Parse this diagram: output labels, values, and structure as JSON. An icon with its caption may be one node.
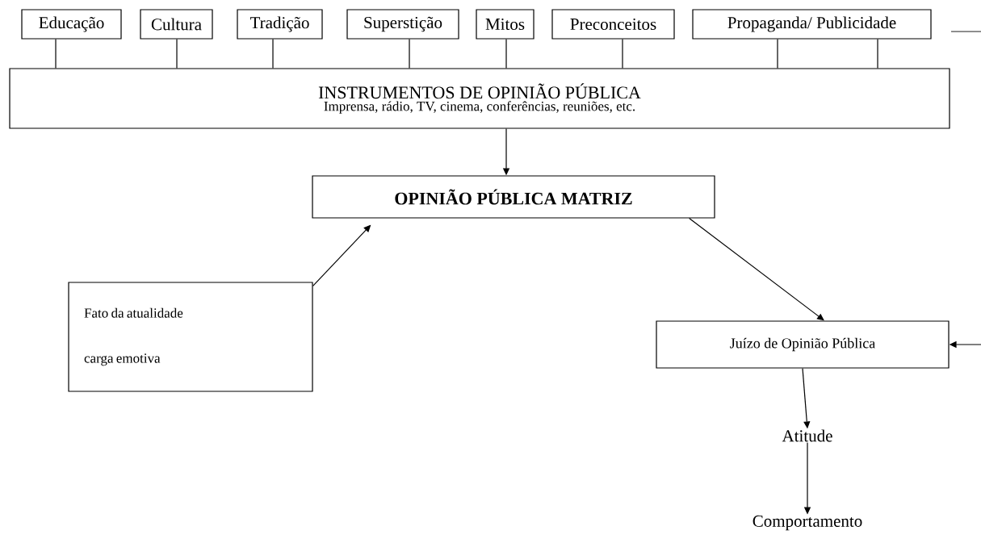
{
  "diagram": {
    "nodes": [
      {
        "text": [
          "Educação"
        ]
      },
      {
        "text": [
          "Cultura"
        ]
      },
      {
        "text": [
          "Tradição"
        ]
      },
      {
        "text": [
          "Superstição"
        ]
      },
      {
        "text": [
          "Mitos"
        ]
      },
      {
        "text": [
          "Preconceitos"
        ]
      },
      {
        "text": [
          "Propaganda/ Publicidade"
        ]
      },
      {
        "text": [
          "INSTRUMENTOS DE OPINIÃO PÚBLICA",
          "Imprensa, rádio, TV, cinema, conferências, reuniões, etc."
        ]
      },
      {
        "text": [
          "OPINIÃO PÚBLICA MATRIZ"
        ]
      },
      {
        "text": [
          "Fato da atualidade",
          "carga emotiva"
        ]
      },
      {
        "text": [
          "Juízo de Opinião Pública"
        ]
      },
      {
        "text": [
          "Atitude"
        ]
      },
      {
        "text": [
          "Comportamento"
        ]
      }
    ],
    "edges": [
      {
        "from": 0,
        "to": 7,
        "arrow": "none"
      },
      {
        "from": 1,
        "to": 7,
        "arrow": "none"
      },
      {
        "from": 2,
        "to": 7,
        "arrow": "none"
      },
      {
        "from": 3,
        "to": 7,
        "arrow": "none"
      },
      {
        "from": 4,
        "to": 7,
        "arrow": "none"
      },
      {
        "from": 5,
        "to": 7,
        "arrow": "none"
      },
      {
        "from": 6,
        "to": 7,
        "arrow": "none"
      },
      {
        "from": 6,
        "to": 7,
        "arrow": "none"
      },
      {
        "from": 7,
        "to": 8,
        "arrow": "to"
      },
      {
        "from": 9,
        "to": 8,
        "arrow": "to"
      },
      {
        "from": 8,
        "to": 10,
        "arrow": "to"
      },
      {
        "from": null,
        "to": 10,
        "arrow": "to"
      },
      {
        "from": 10,
        "to": 11,
        "arrow": "to"
      },
      {
        "from": 11,
        "to": 12,
        "arrow": "to"
      }
    ]
  }
}
